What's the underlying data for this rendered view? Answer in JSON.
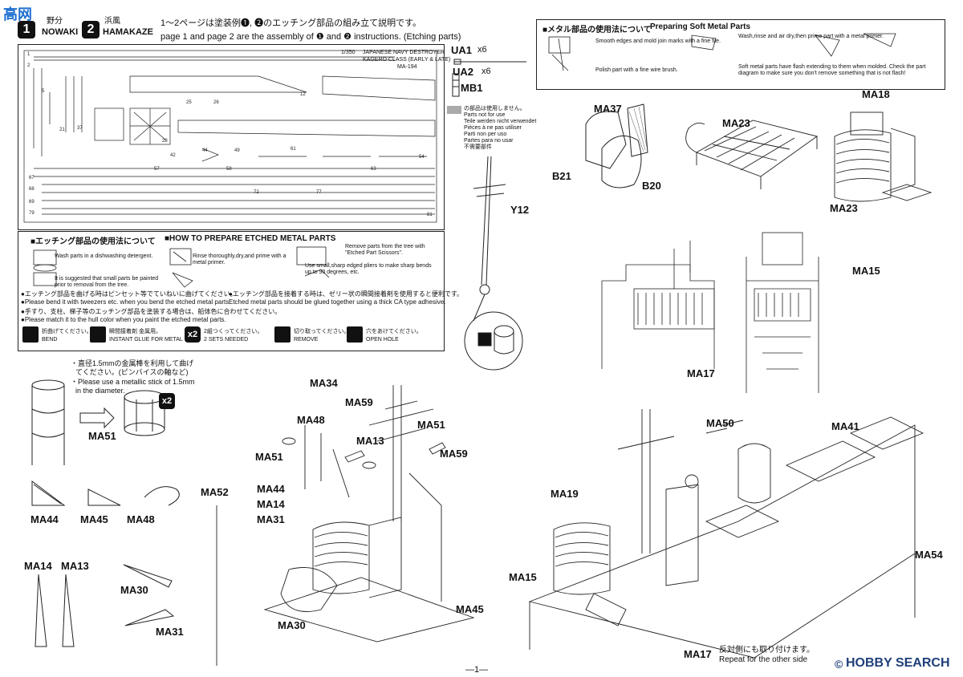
{
  "header": {
    "nowaki_badge": "1",
    "nowaki_label": "NOWAKI",
    "nowaki_jp": "野分",
    "hamakaze_badge": "2",
    "hamakaze_label": "HAMAKAZE",
    "hamakaze_jp": "浜風",
    "desc_jp": "1〜2ページは塗装例❶, ❷のエッチング部品の組み立て説明です。",
    "desc_en": "page 1 and page 2 are the assembly of ❶ and ❷ instructions. (Etching parts)"
  },
  "sheet": {
    "scale": "1/350",
    "title": "JAPANESE NAVY DESTROYER",
    "subtitle": "KAGERO CLASS (EARLY & LATE)",
    "code": "MA-194",
    "not_used_jp": "の部品は使用しません。",
    "not_used_lines": [
      "Parts not for use",
      "Teile werden nicht verwendet",
      "Pièces à ne pas utiliser",
      "Parti non per uso",
      "Partes para no usar",
      "不需要部件"
    ]
  },
  "side_parts": [
    {
      "label": "UA1",
      "qty": "x6"
    },
    {
      "label": "UA2",
      "qty": "x6"
    },
    {
      "label": "MB1",
      "qty": ""
    }
  ],
  "etch_usage": {
    "title_jp": "■エッチング部品の使用法について",
    "title_en": "■HOW TO PREPARE ETCHED METAL PARTS",
    "steps": [
      "Wash parts in a dishwashing detergent.",
      "It is suggested that small parts be painted prior to removal from the tree.",
      "Rinse thoroughly,dry,and prime with a metal primer.",
      "Use small,sharp edged pliers to make sharp bends up to 90 degrees, etc.",
      "Remove parts from the tree with \"Etched Part Scissors\"."
    ],
    "notes": [
      "●エッチング部品を曲げる時はピンセット等でていねいに曲げてください。",
      "●Please bend it with tweezers etc. when you bend the etched metal parts.",
      "●エッチング部品を接着する時は、ゼリー状の瞬間接着剤を使用すると便利です。",
      "Etched metal parts should be glued together using a thick CA type adhesive.",
      "●手すり、支柱、梯子等のエッチング部品を塗装する場合は、船体色に合わせてください。",
      "●Please match it to the hull color when you paint the etched metal parts."
    ]
  },
  "legend": [
    {
      "jp": "折曲げてください。",
      "en": "BEND"
    },
    {
      "jp": "瞬間接着剤 金属用。",
      "en": "INSTANT GLUE FOR METAL"
    },
    {
      "jp": "2組つくってください。",
      "en": "2 SETS NEEDED",
      "mark": "x2"
    },
    {
      "jp": "切り取ってください。",
      "en": "REMOVE"
    },
    {
      "jp": "穴をあけてください。",
      "en": "OPEN HOLE"
    }
  ],
  "soft_metal": {
    "title_jp": "■メタル部品の使用法について",
    "title_en": "Preparing Soft Metal Parts",
    "steps": [
      "Smooth edges and mold join marks with a fine file.",
      "Polish part with a fine wire brush.",
      "Wash,rinse and air dry,then prime part with a metal primer.",
      "Soft metal parts have flash extending to them when molded. Check the part diagram to make sure you don't remove something that is not flash!"
    ]
  },
  "parts": {
    "MA37": "MA37",
    "MA23": "MA23",
    "MA18": "MA18",
    "B21": "B21",
    "B20": "B20",
    "MA23b": "MA23",
    "Y12": "Y12",
    "MA15": "MA15",
    "MA17": "MA17",
    "MA51": "MA51",
    "MA44": "MA44",
    "MA45": "MA45",
    "MA48": "MA48",
    "MA14": "MA14",
    "MA13": "MA13",
    "MA30": "MA30",
    "MA31": "MA31",
    "MA34": "MA34",
    "MA59": "MA59",
    "MA48b": "MA48",
    "MA51b": "MA51",
    "MA13b": "MA13",
    "MA51c": "MA51",
    "MA59b": "MA59",
    "MA52": "MA52",
    "MA44b": "MA44",
    "MA14b": "MA14",
    "MA31b": "MA31",
    "MA30b": "MA30",
    "MA45b": "MA45",
    "MA50": "MA50",
    "MA41": "MA41",
    "MA19": "MA19",
    "MA54": "MA54",
    "MA15b": "MA15",
    "MA17b": "MA17"
  },
  "rod_note": {
    "jp1": "・直径1.5mmの金属棒を利用して曲げ",
    "jp2": "てください。(ピンバイスの軸など)",
    "en1": "・Please use a metallic stick of 1.5mm",
    "en2": "in the diameter.",
    "qty": "x2"
  },
  "repeat_note": {
    "jp": "反対側にも取り付けます。",
    "en": "Repeat for the other side"
  },
  "footer": {
    "page": "—1—",
    "watermark": "HOBBY SEARCH",
    "watermark_prefix": "©",
    "corner_logo": "高网"
  },
  "colors": {
    "ink": "#111111",
    "watermark": "#1f3f7a",
    "corner": "#1e6fd0"
  }
}
